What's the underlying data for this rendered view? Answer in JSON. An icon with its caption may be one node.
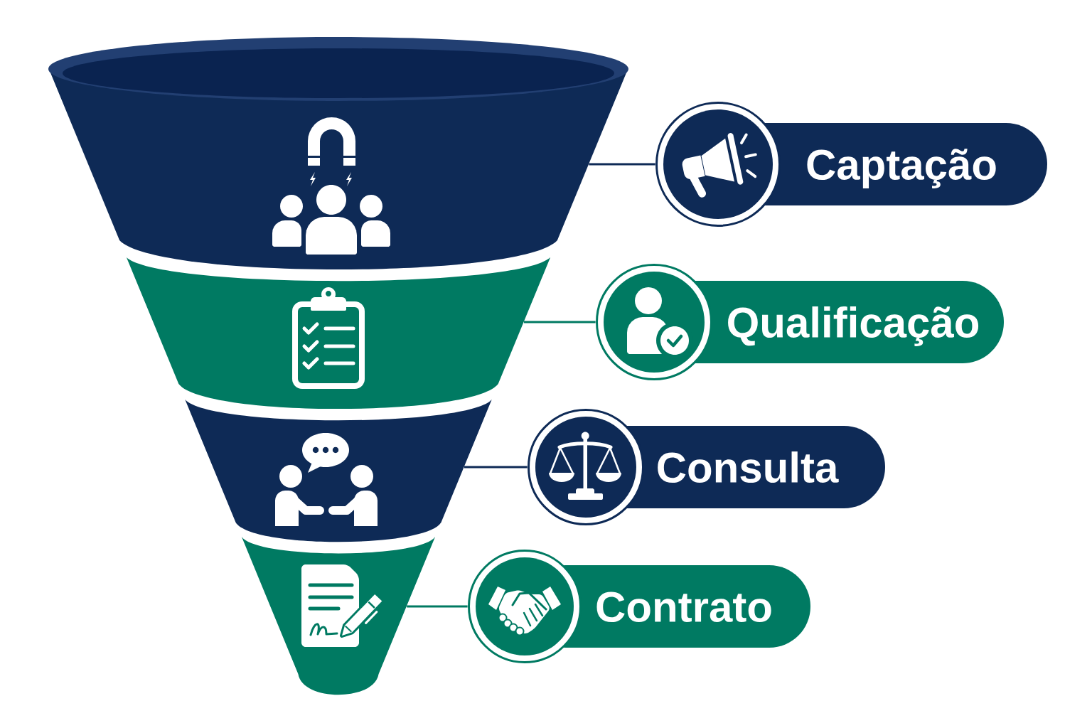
{
  "diagram": {
    "nodes": [
      {
        "text": [],
        "shape": "band"
      },
      {
        "text": [
          "Captação"
        ]
      },
      {
        "text": [],
        "shape": "band"
      },
      {
        "text": [
          "Qualificação"
        ]
      },
      {
        "text": [],
        "shape": "band"
      },
      {
        "text": [
          "Consulta"
        ]
      },
      {
        "text": [],
        "shape": "band"
      },
      {
        "text": [
          "Contrato"
        ]
      }
    ],
    "edges": [
      {
        "from": 0,
        "to": 1,
        "arrow": "none",
        "color": "#0e2a56"
      },
      {
        "from": 2,
        "to": 3,
        "arrow": "none",
        "color": "#007a62"
      },
      {
        "from": 4,
        "to": 5,
        "arrow": "none",
        "color": "#0e2a56"
      },
      {
        "from": 6,
        "to": 7,
        "arrow": "none",
        "color": "#007a62"
      }
    ]
  }
}
